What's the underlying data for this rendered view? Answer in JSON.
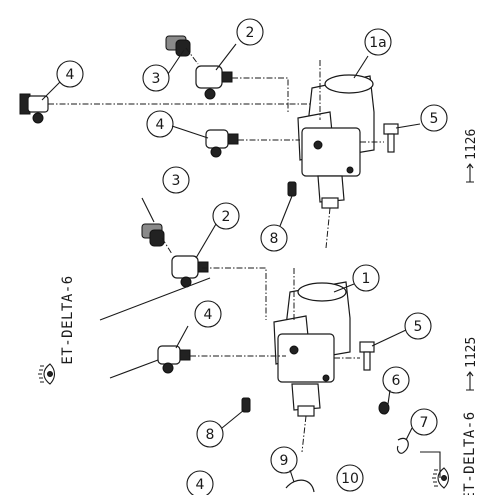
{
  "figure": {
    "assembly_ref_upper": "1126",
    "assembly_ref_lower": "1125",
    "device_label_left": "ET-DELTA-6",
    "device_label_bottom": "ET-DELTA-6"
  },
  "callouts": {
    "upper": [
      "1a",
      "2",
      "3",
      "4",
      "4",
      "5",
      "8"
    ],
    "lower": [
      "1",
      "2",
      "3",
      "4",
      "4",
      "5",
      "6",
      "7",
      "8",
      "9",
      "10"
    ]
  },
  "icons": {
    "eye_symbol": "eye-icon"
  },
  "colors": {
    "ink": "#1a1a1a",
    "paper": "#ffffff"
  }
}
